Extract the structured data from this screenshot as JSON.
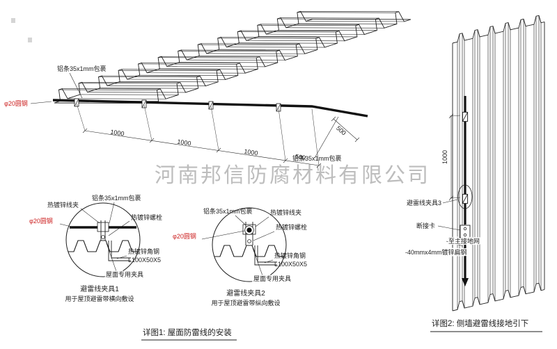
{
  "watermark": "河南邦信防腐材料有限公司",
  "colors": {
    "line": "#1c1c1c",
    "red": "#cc2020",
    "watermark": "#8f8f8f"
  },
  "roof": {
    "label_al_strip_top": "铝条35x1mm包裹",
    "label_al_strip_right": "铝条35x1mm包裹",
    "label_round_steel": "φ20圆钢",
    "dims": [
      "1000",
      "1000",
      "1000",
      "500"
    ],
    "dim_side": "500",
    "caption": "详图1: 屋面防雷线的安装"
  },
  "clamp1": {
    "label_wire_clamp": "热镀锌线夹",
    "label_al_strip": "铝条35x1mm包裹",
    "label_bolt": "热镀锌螺栓",
    "label_round_steel": "φ20圆钢",
    "label_angle_steel": "热镀锌角钢",
    "label_angle_spec": "L100X50X5",
    "label_roof_clamp": "屋面专用夹具",
    "title": "避雷线夹具1",
    "subtitle": "用于屋顶避雷带横向敷设"
  },
  "clamp2": {
    "label_wire_clamp": "热镀锌线夹",
    "label_al_strip": "铝条35x1mm包裹",
    "label_bolt": "热镀锌螺栓",
    "label_round_steel": "φ20圆钢",
    "label_angle_steel": "热镀锌角钢",
    "label_angle_spec": "L100X50X5",
    "label_roof_clamp": "屋面专用夹具",
    "title": "避雷线夹具2",
    "subtitle": "用于屋顶避雷带纵向敷设"
  },
  "wall": {
    "dim": "1000",
    "label_clamp3": "避雷线夹具3",
    "label_disconnect": "断接卡",
    "label_to_grid": "至主接地网",
    "label_flat_steel": "-40mmx4mm镀锌扁钢",
    "caption": "详图2: 侧墙避雷线接地引下"
  }
}
